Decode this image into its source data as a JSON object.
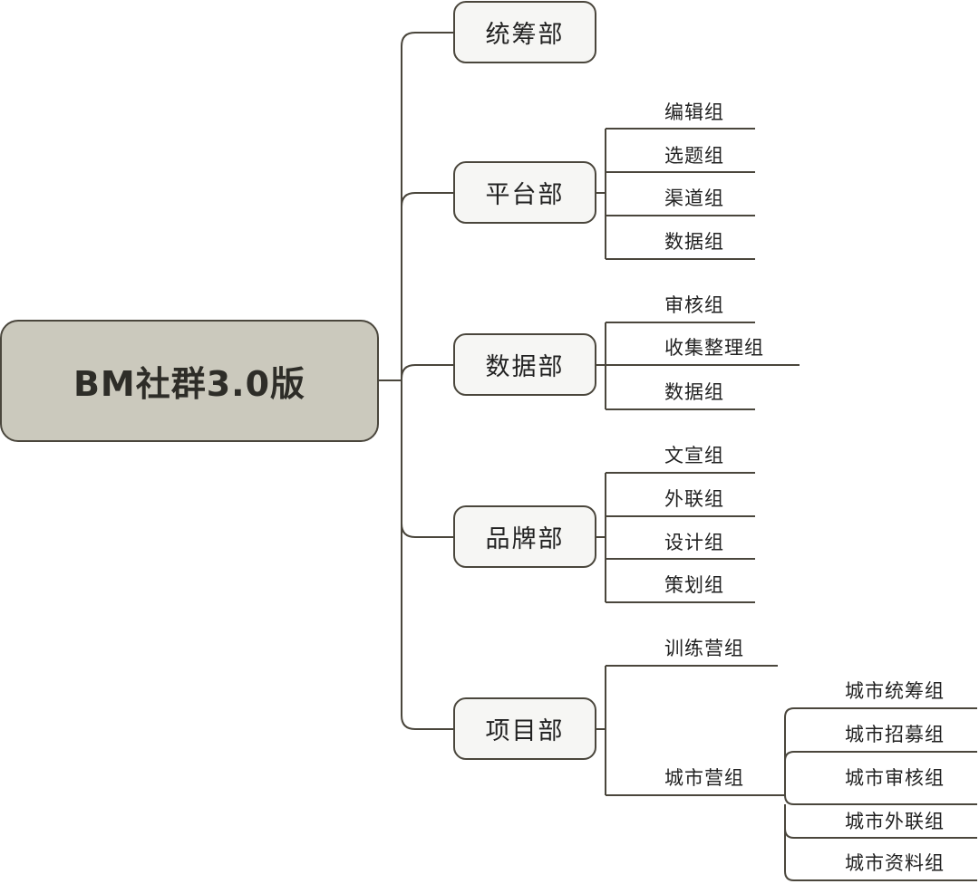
{
  "root": {
    "label": "BM社群3.0版"
  },
  "departments": [
    {
      "label": "统筹部"
    },
    {
      "label": "平台部",
      "groups": [
        "编辑组",
        "选题组",
        "渠道组",
        "数据组"
      ]
    },
    {
      "label": "数据部",
      "groups": [
        "审核组",
        "收集整理组",
        "数据组"
      ]
    },
    {
      "label": "品牌部",
      "groups": [
        "文宣组",
        "外联组",
        "设计组",
        "策划组"
      ]
    },
    {
      "label": "项目部",
      "groups": [
        "训练营组",
        "城市营组"
      ],
      "subgroups": [
        "城市统筹组",
        "城市招募组",
        "城市审核组",
        "城市外联组",
        "城市资料组"
      ]
    }
  ],
  "colors": {
    "line": "#4a463c",
    "root_fill": "#cbc9bd",
    "box_fill": "#f6f6f4"
  }
}
